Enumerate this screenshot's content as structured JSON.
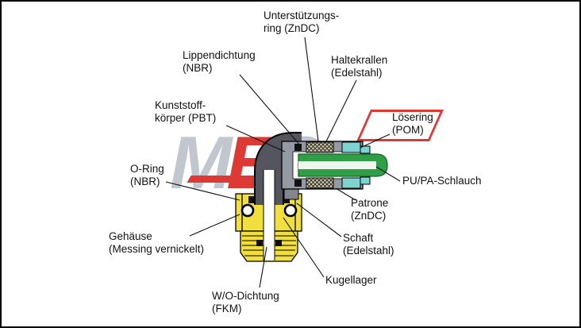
{
  "watermark": {
    "letters": [
      "M",
      "E",
      "C"
    ]
  },
  "colors": {
    "brass": "#f0df3e",
    "body_gray": "#9599a3",
    "elbow_gray": "#54555e",
    "tube_green": "#2f9e47",
    "tube_green_dark": "#14632a",
    "release_cyan": "#7ed3d0",
    "hatch_bg": "#cfc9a6",
    "accent_red": "#dd3a35",
    "outline": "#000000"
  },
  "labels": {
    "unterstuetzungsring": {
      "line1": "Unterstützungs-",
      "line2": "ring (ZnDC)"
    },
    "lippendichtung": {
      "line1": "Lippendichtung",
      "line2": "(NBR)"
    },
    "haltekrallen": {
      "line1": "Haltekrallen",
      "line2": "(Edelstahl)"
    },
    "kunststoffkoerper": {
      "line1": "Kunststoff-",
      "line2": "körper (PBT)"
    },
    "loesering": {
      "line1": "Lösering",
      "line2": "(POM)"
    },
    "o_ring": {
      "line1": "O-Ring",
      "line2": "(NBR)"
    },
    "pu_pa_schlauch": {
      "line1": "PU/PA-Schlauch"
    },
    "patrone": {
      "line1": "Patrone",
      "line2": "(ZnDC)"
    },
    "gehaeuse": {
      "line1": "Gehäuse",
      "line2": "(Messing vernickelt)"
    },
    "schaft": {
      "line1": "Schaft",
      "line2": "(Edelstahl)"
    },
    "kugellager": {
      "line1": "Kugellager"
    },
    "wo_dichtung": {
      "line1": "W/O-Dichtung",
      "line2": "(FKM)"
    }
  }
}
